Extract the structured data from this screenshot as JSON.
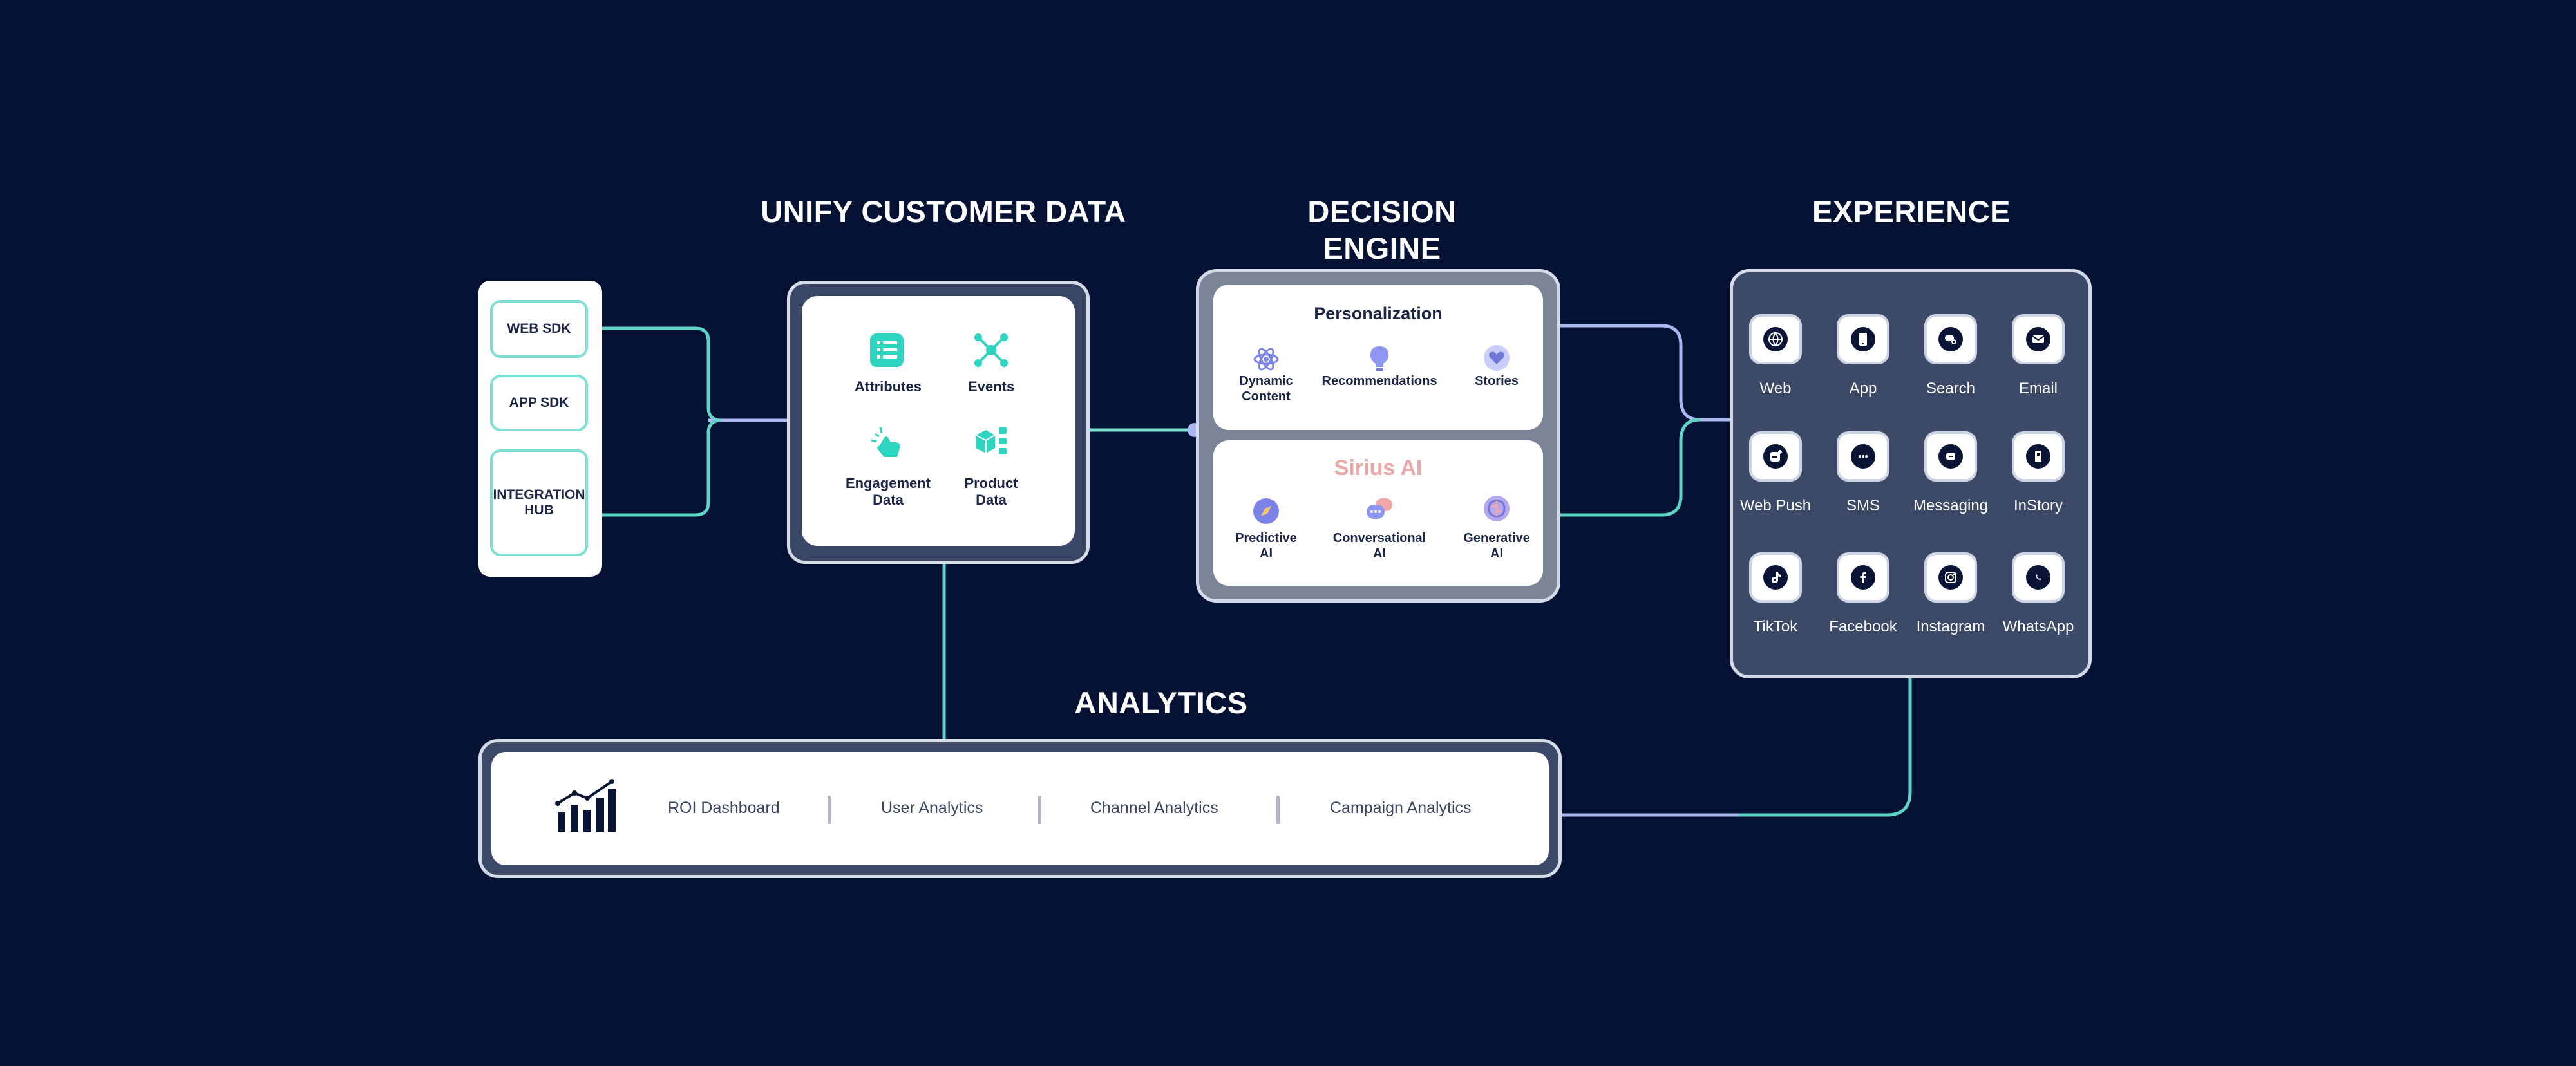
{
  "sections": {
    "unify_title": "UNIFY CUSTOMER DATA",
    "decision_title_line1": "DECISION",
    "decision_title_line2": "ENGINE",
    "experience_title": "EXPERIENCE",
    "analytics_title": "ANALYTICS"
  },
  "sources": {
    "web_sdk": "WEB SDK",
    "app_sdk": "APP SDK",
    "integration_hub_line1": "INTEGRATION",
    "integration_hub_line2": "HUB"
  },
  "unify": {
    "attributes": "Attributes",
    "events": "Events",
    "engagement_line1": "Engagement",
    "engagement_line2": "Data",
    "product_line1": "Product",
    "product_line2": "Data"
  },
  "decision": {
    "personalization_title": "Personalization",
    "dynamic_line1": "Dynamic",
    "dynamic_line2": "Content",
    "recommendations": "Recommendations",
    "stories": "Stories",
    "sirius_logo": "Sirius AI",
    "predictive_line1": "Predictive",
    "predictive_line2": "AI",
    "conversational_line1": "Conversational",
    "conversational_line2": "AI",
    "generative_line1": "Generative",
    "generative_line2": "AI"
  },
  "experience": {
    "channels": [
      "Web",
      "App",
      "Search",
      "Email",
      "Web Push",
      "SMS",
      "Messaging",
      "InStory",
      "TikTok",
      "Facebook",
      "Instagram",
      "WhatsApp"
    ]
  },
  "analytics": {
    "items": [
      "ROI Dashboard",
      "User Analytics",
      "Channel Analytics",
      "Campaign Analytics"
    ]
  },
  "colors": {
    "background": "#061233",
    "teal": "#7fdfd2",
    "teal_icon": "#2dd4bf",
    "lavender": "#a9b8f0",
    "navy": "#0a1535"
  },
  "icons": {
    "unify": [
      "list-icon",
      "network-icon",
      "tap-icon",
      "boxes-icon"
    ],
    "personalization": [
      "atom-icon",
      "lightbulb-icon",
      "heart-icon"
    ],
    "sirius": [
      "compass-icon",
      "chat-bubbles-icon",
      "brain-icon"
    ],
    "channels": [
      "globe-icon",
      "phone-icon",
      "search-icon",
      "envelope-icon",
      "push-icon",
      "sms-icon",
      "messaging-icon",
      "instory-icon",
      "tiktok-icon",
      "facebook-icon",
      "instagram-icon",
      "whatsapp-icon"
    ],
    "analytics": "bar-chart-icon"
  }
}
